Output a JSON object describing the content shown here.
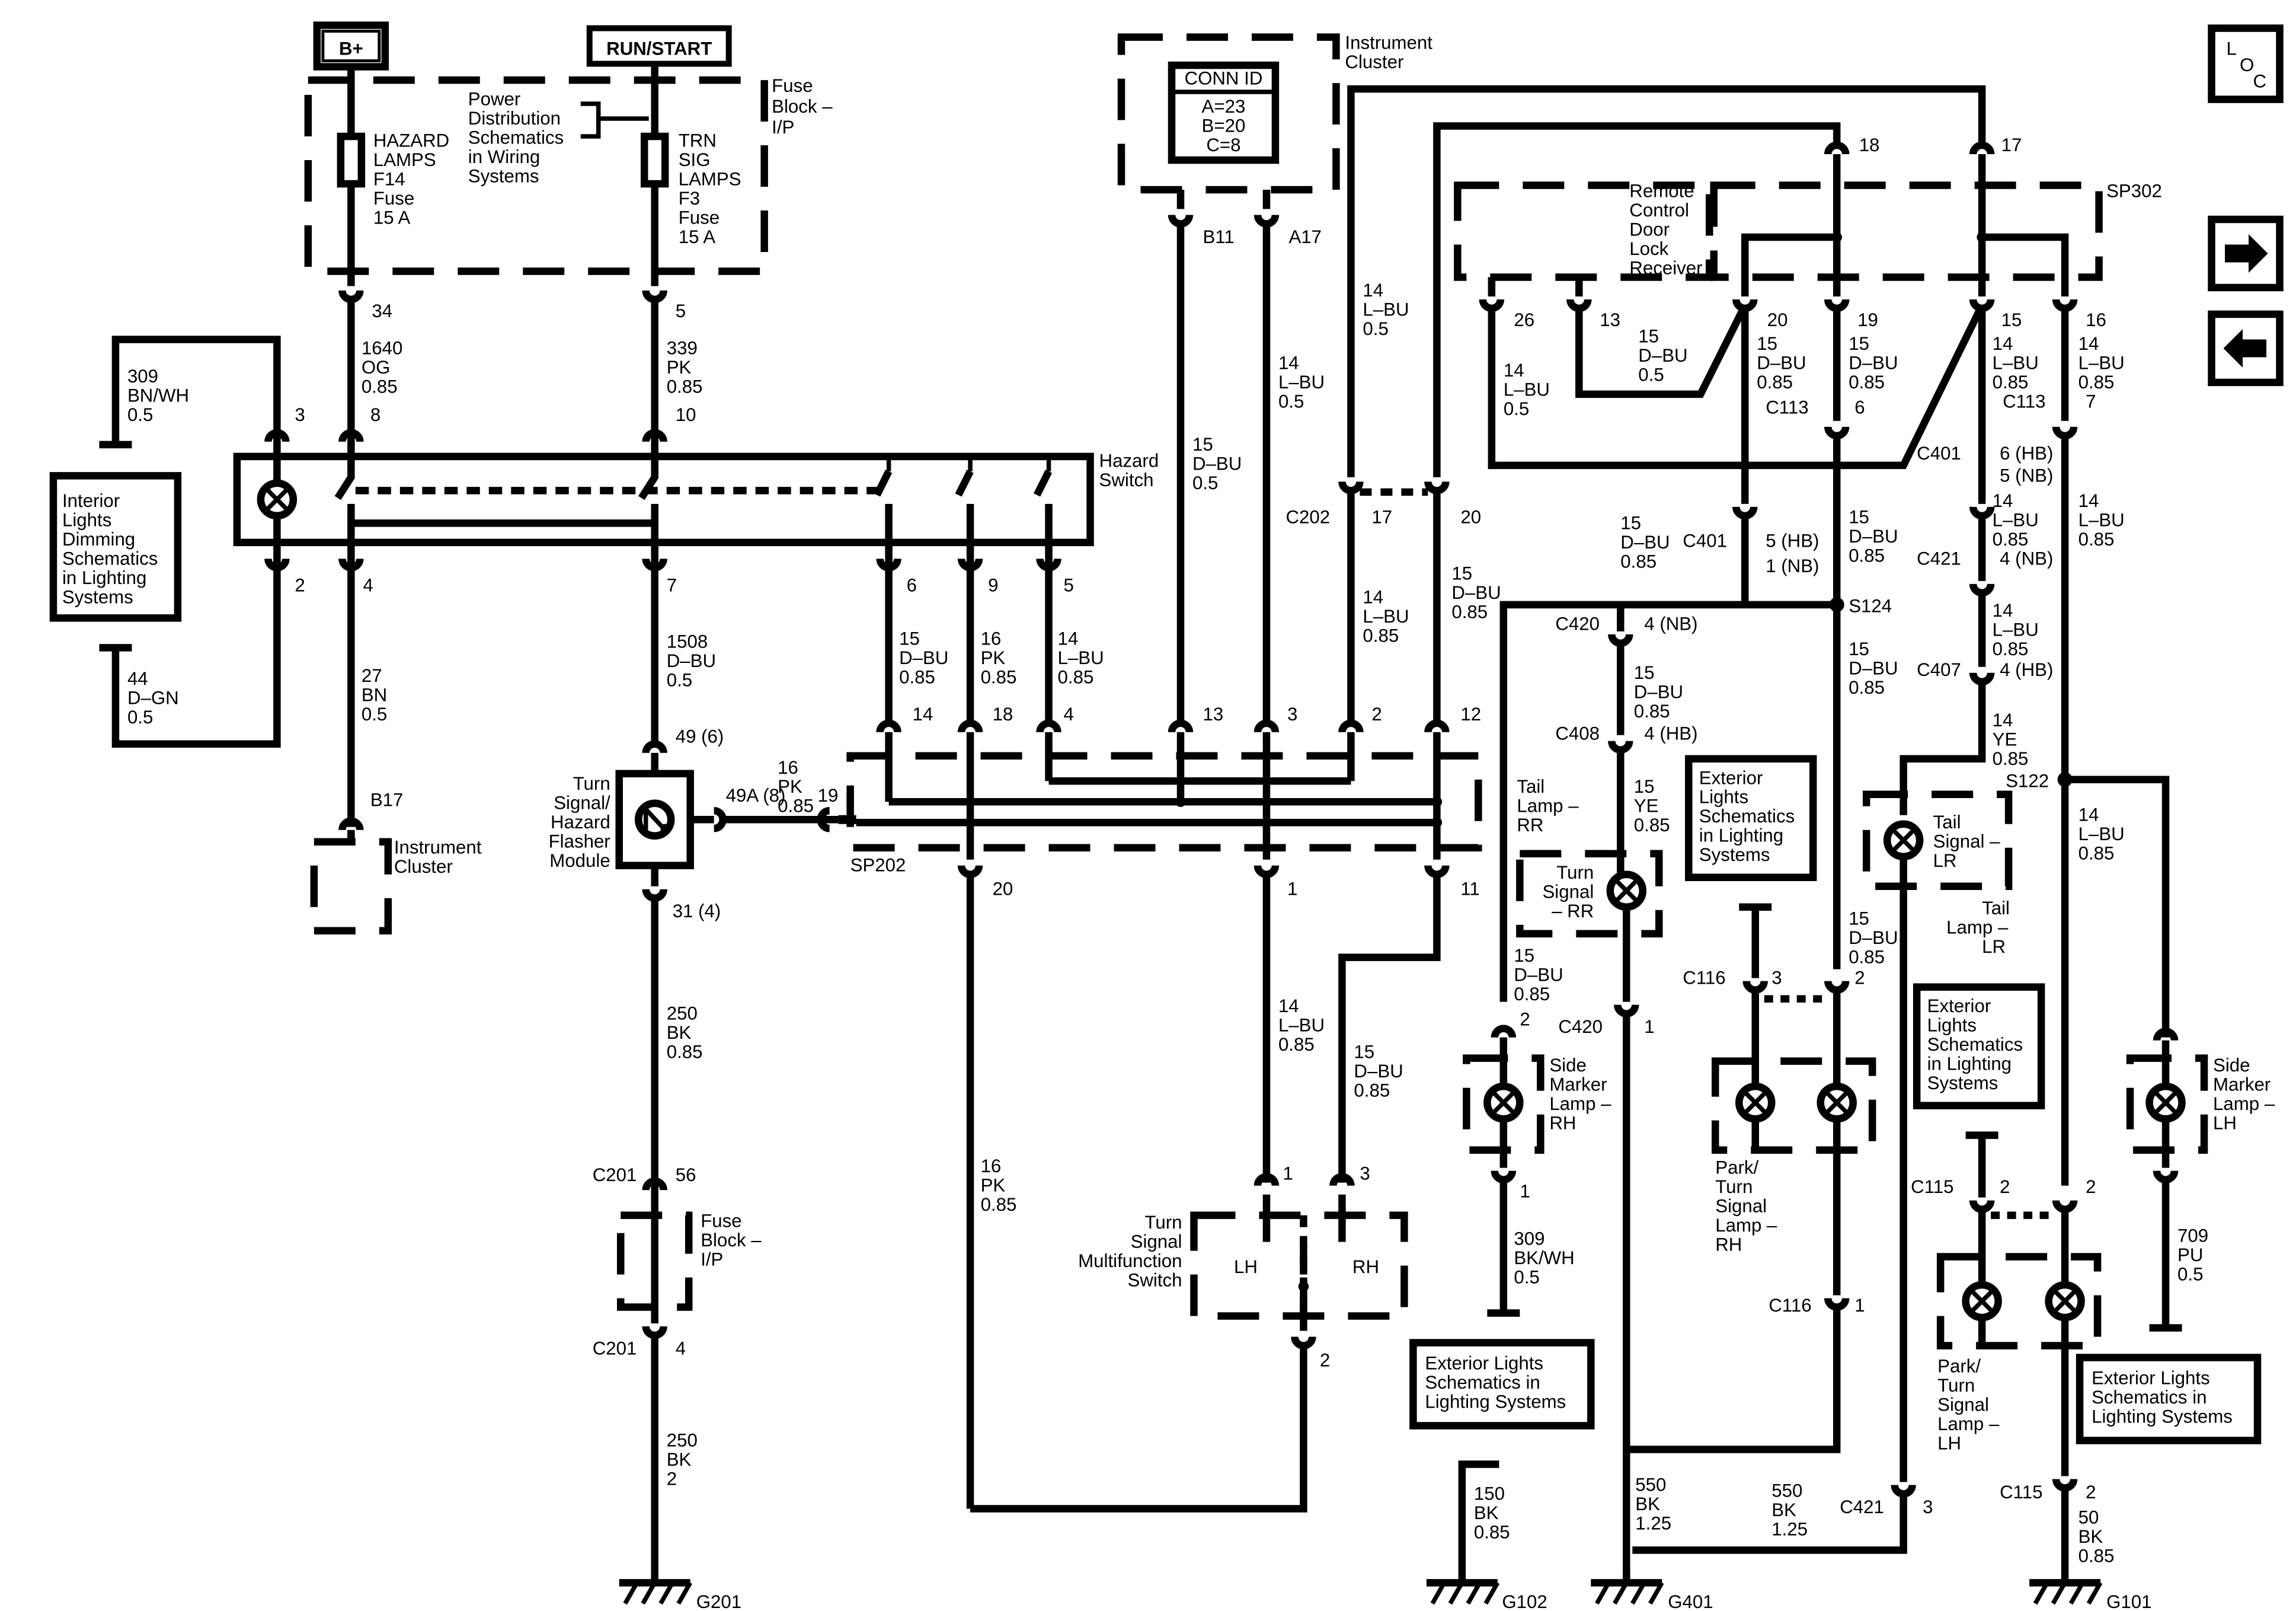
{
  "power": {
    "bplus": "B+",
    "runstart": "RUN/START"
  },
  "fuse_block_top": {
    "label": [
      "Fuse",
      "Block –",
      "I/P"
    ],
    "power_dist": [
      "Power",
      "Distribution",
      "Schematics",
      "in Wiring",
      "Systems"
    ]
  },
  "fuse_hazard": {
    "name": [
      "HAZARD",
      "LAMPS",
      "F14",
      "Fuse",
      "15 A"
    ],
    "pin": "34"
  },
  "fuse_trn": {
    "name": [
      "TRN",
      "SIG",
      "LAMPS",
      "F3",
      "Fuse",
      "15 A"
    ],
    "pin": "5"
  },
  "conn_id": {
    "title": "CONN ID",
    "rows": [
      "A=23",
      "B=20",
      "C=8"
    ],
    "label": [
      "Instrument",
      "Cluster"
    ],
    "pins": [
      "B11",
      "A17"
    ]
  },
  "loc_icon": [
    "L",
    "O",
    "C"
  ],
  "hazard_switch": {
    "label": [
      "Hazard",
      "Switch"
    ],
    "pins_top": [
      "3",
      "8",
      "10"
    ],
    "pins_bottom": [
      "2",
      "4",
      "7",
      "6",
      "9",
      "5"
    ]
  },
  "wires": {
    "w1640": [
      "1640",
      "OG",
      "0.85"
    ],
    "w339": [
      "339",
      "PK",
      "0.85"
    ],
    "w309a": [
      "309",
      "BN/WH",
      "0.5"
    ],
    "w44": [
      "44",
      "D–GN",
      "0.5"
    ],
    "w27": [
      "27",
      "BN",
      "0.5"
    ],
    "w1508": [
      "1508",
      "D–BU",
      "0.5"
    ],
    "w15a": [
      "15",
      "D–BU",
      "0.85"
    ],
    "w16a": [
      "16",
      "PK",
      "0.85"
    ],
    "w14a": [
      "14",
      "L–BU",
      "0.85"
    ],
    "w15b": [
      "15",
      "D–BU",
      "0.5"
    ],
    "w14b": [
      "14",
      "L–BU",
      "0.5"
    ],
    "w14c": [
      "14",
      "L–BU",
      "0.5"
    ],
    "w14d": [
      "14",
      "L–BU",
      "0.85"
    ],
    "w15c": [
      "15",
      "D–BU",
      "0.85"
    ],
    "w16pk19": [
      "16",
      "PK",
      "0.85"
    ],
    "w250a": [
      "250",
      "BK",
      "0.85"
    ],
    "w250b": [
      "250",
      "BK",
      "2"
    ],
    "w16b": [
      "16",
      "PK",
      "0.85"
    ],
    "w14e": [
      "14",
      "L–BU",
      "0.85"
    ],
    "w15d": [
      "15",
      "D–BU",
      "0.85"
    ],
    "w14f": [
      "14",
      "L–BU",
      "0.5"
    ],
    "w15e": [
      "15",
      "D–BU",
      "0.5"
    ],
    "w15f": [
      "15",
      "D–BU",
      "0.85"
    ],
    "w15g": [
      "15",
      "D–BU",
      "0.85"
    ],
    "w14g": [
      "14",
      "L–BU",
      "0.85"
    ],
    "w14h": [
      "14",
      "L–BU",
      "0.85"
    ],
    "w15h": [
      "15",
      "D–BU",
      "0.85"
    ],
    "w14i": [
      "14",
      "L–BU",
      "0.85"
    ],
    "w15i": [
      "15",
      "D–BU",
      "0.85"
    ],
    "w15j": [
      "15",
      "D–BU",
      "0.85"
    ],
    "w15k": [
      "15",
      "D–BU",
      "0.85"
    ],
    "w14j": [
      "14",
      "L–BU",
      "0.85"
    ],
    "w14k": [
      "14",
      "YE",
      "0.85"
    ],
    "w15l": [
      "15",
      "YE",
      "0.85"
    ],
    "w14l": [
      "14",
      "L–BU",
      "0.85"
    ],
    "w15m": [
      "15",
      "D–BU",
      "0.85"
    ],
    "w15n": [
      "15",
      "D–BU",
      "0.85"
    ],
    "w309b": [
      "309",
      "BK/WH",
      "0.5"
    ],
    "w709": [
      "709",
      "PU",
      "0.5"
    ],
    "w150": [
      "150",
      "BK",
      "0.85"
    ],
    "w550a": [
      "550",
      "BK",
      "1.25"
    ],
    "w550b": [
      "550",
      "BK",
      "1.25"
    ],
    "w50": [
      "50",
      "BK",
      "0.85"
    ]
  },
  "components": {
    "interior_lights": [
      "Interior",
      "Lights",
      "Dimming",
      "Schematics",
      "in Lighting",
      "Systems"
    ],
    "instrument_cluster_bottom": [
      "Instrument",
      "Cluster"
    ],
    "flasher": [
      "Turn",
      "Signal/",
      "Hazard",
      "Flasher",
      "Module"
    ],
    "fuse_block_mid": [
      "Fuse",
      "Block –",
      "I/P"
    ],
    "turn_switch": [
      "Turn",
      "Signal",
      "Multifunction",
      "Switch"
    ],
    "remote_receiver": [
      "Remote",
      "Control",
      "Door",
      "Lock",
      "Receiver"
    ],
    "tail_lamp_rr": [
      "Tail",
      "Lamp –",
      "RR"
    ],
    "turn_signal_rr": [
      "Turn",
      "Signal",
      "– RR"
    ],
    "side_marker_rh": [
      "Side",
      "Marker",
      "Lamp –",
      "RH"
    ],
    "park_turn_rh": [
      "Park/",
      "Turn",
      "Signal",
      "Lamp –",
      "RH"
    ],
    "tail_signal_lr": [
      "Tail",
      "Signal –",
      "LR"
    ],
    "tail_lamp_lr": [
      "Tail",
      "Lamp –",
      "LR"
    ],
    "park_turn_lh": [
      "Park/",
      "Turn",
      "Signal",
      "Lamp –",
      "LH"
    ],
    "side_marker_lh": [
      "Side",
      "Marker",
      "Lamp –",
      "LH"
    ],
    "ext_lights_mid": [
      "Exterior",
      "Lights",
      "Schematics",
      "in Lighting",
      "Systems"
    ],
    "ext_lights_lh": [
      "Exterior",
      "Lights",
      "Schematics",
      "in Lighting",
      "Systems"
    ],
    "ext_lights_box1": [
      "Exterior Lights",
      "Schematics in",
      "Lighting Systems"
    ],
    "ext_lights_box2": [
      "Exterior Lights",
      "Schematics in",
      "Lighting Systems"
    ]
  },
  "connectors": {
    "b17": "B17",
    "p49": "49 (6)",
    "p49a": "49A (8)",
    "p19": "19",
    "p31": "31 (4)",
    "sp202": "SP202",
    "sp302": "SP302",
    "c202": "C202",
    "c201a": "C201",
    "c201b": "C201",
    "p56": "56",
    "p4": "4",
    "c113a": "C113",
    "c113b": "C113",
    "c401a": "C401",
    "c401b": "C401",
    "c420a": "C420",
    "c420b": "C420",
    "c408": "C408",
    "c421a": "C421",
    "c421b": "C421",
    "c407": "C407",
    "c116a": "C116",
    "c116b": "C116",
    "c115a": "C115",
    "c115b": "C115",
    "s124": "S124",
    "s122": "S122",
    "g201": "G201",
    "g102": "G102",
    "g401": "G401",
    "g101": "G101",
    "tag_5hb": "5 (HB)",
    "tag_1nb": "1 (NB)",
    "tag_4nb": "4 (NB)",
    "tag_4hb": "4 (HB)",
    "tag_6hb": "6 (HB)",
    "tag_5nb": "5 (NB)",
    "tag_4nb2": "4 (NB)",
    "tag_4hb2": "4 (HB)",
    "tag_lh": "LH",
    "tag_rh": "RH",
    "sp202_pins_top": [
      "14",
      "18",
      "4",
      "13",
      "3",
      "2",
      "12"
    ],
    "sp202_pins_bottom": [
      "20",
      "1",
      "11"
    ],
    "c202_pins": [
      "17",
      "20"
    ],
    "sp302_pins_top": [
      "18",
      "17"
    ],
    "sp302_pins_bottom": [
      "26",
      "13",
      "20",
      "19",
      "15",
      "16"
    ],
    "c113_pins": [
      "6",
      "7"
    ],
    "misc_pins": [
      "1",
      "3",
      "2",
      "1",
      "2",
      "1",
      "3",
      "2",
      "1",
      "3",
      "2",
      "2",
      "2"
    ]
  }
}
